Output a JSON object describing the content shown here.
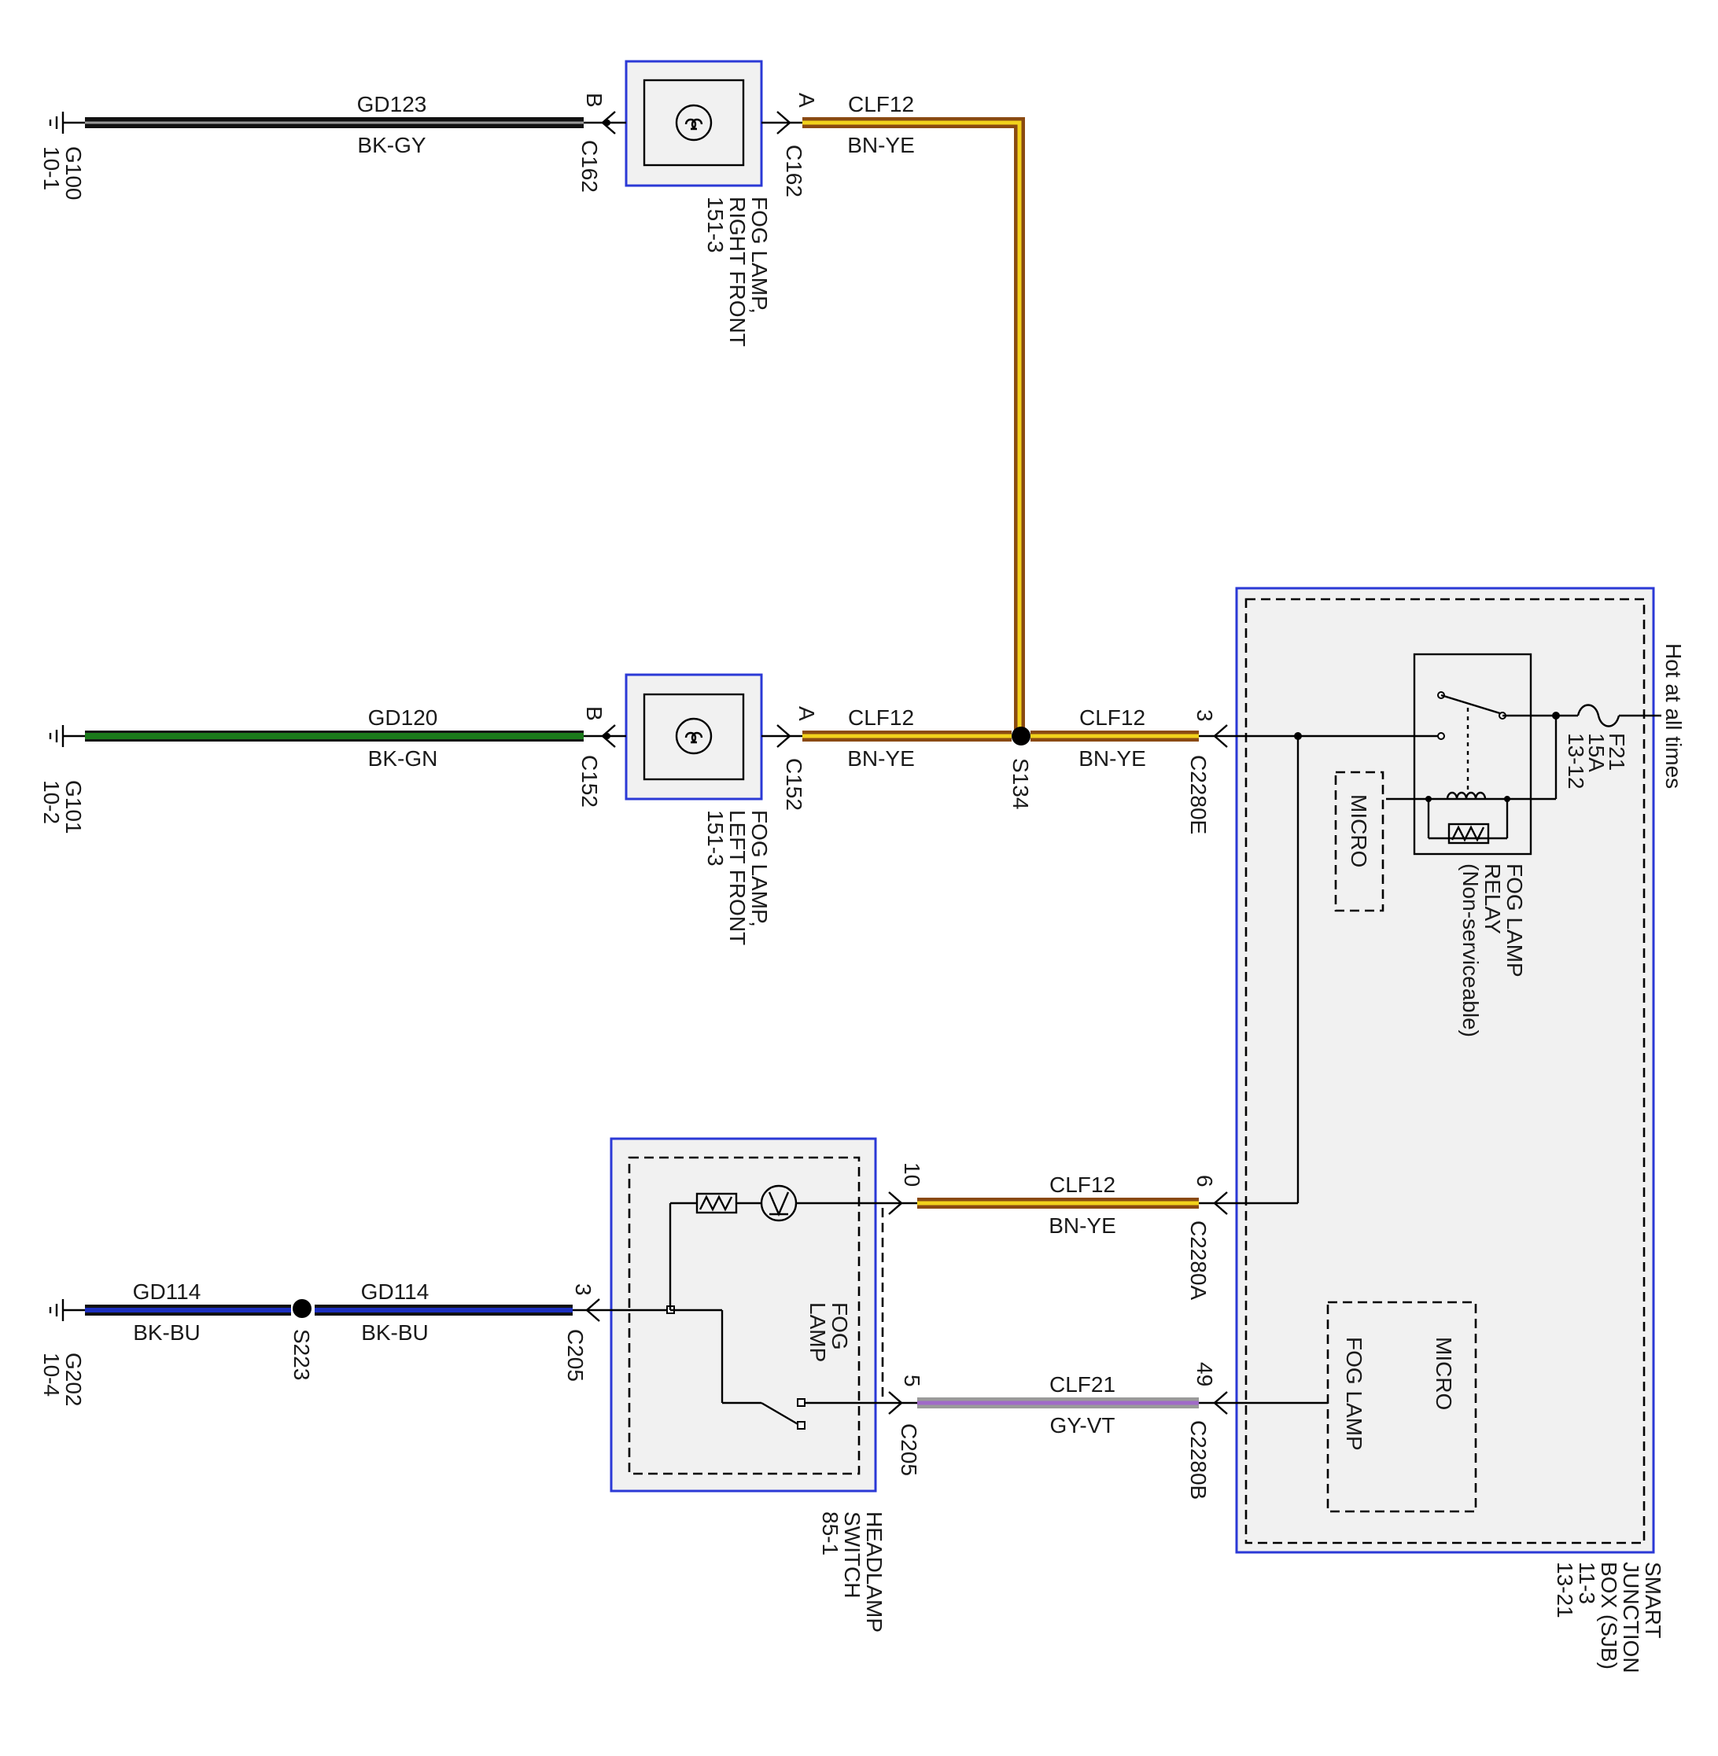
{
  "circuits": {
    "gd123": "GD123",
    "gd120": "GD120",
    "gd114": "GD114",
    "clf12": "CLF12",
    "clf21": "CLF21"
  },
  "wire_colors": {
    "bk_gy": "BK-GY",
    "bk_gn": "BK-GN",
    "bk_bu": "BK-BU",
    "bn_ye": "BN-YE",
    "gy_vt": "GY-VT"
  },
  "colors": {
    "bk": "#111111",
    "gy": "#9a9a9a",
    "gn": "#1b7a1b",
    "bu": "#1c2fbf",
    "bn": "#8a4a12",
    "ye": "#f2d21c",
    "vt": "#a06ac8",
    "module_border": "#2b39d6",
    "module_fill": "#f1f1f1"
  },
  "grounds": {
    "g100": "G100",
    "g100_ref": "10-1",
    "g101": "G101",
    "g101_ref": "10-2",
    "g202": "G202",
    "g202_ref": "10-4"
  },
  "splices": {
    "s134": "S134",
    "s223": "S223"
  },
  "connectors": {
    "c162": "C162",
    "c152": "C152",
    "c205": "C205",
    "c2280e": "C2280E",
    "c2280a": "C2280A",
    "c2280b": "C2280B"
  },
  "pins": {
    "a": "A",
    "b": "B",
    "p3": "3",
    "p5": "5",
    "p6": "6",
    "p10": "10",
    "p49": "49"
  },
  "components": {
    "fog_rf_1": "FOG LAMP,",
    "fog_rf_2": "RIGHT FRONT",
    "fog_rf_3": "151-3",
    "fog_lf_1": "FOG LAMP,",
    "fog_lf_2": "LEFT FRONT",
    "fog_lf_3": "151-3",
    "hs_1": "HEADLAMP",
    "hs_2": "SWITCH",
    "hs_3": "85-1",
    "hs_fog_1": "FOG",
    "hs_fog_2": "LAMP",
    "sjb_1": "SMART",
    "sjb_2": "JUNCTION",
    "sjb_3": "BOX (SJB)",
    "sjb_4": "11-3",
    "sjb_5": "13-21",
    "relay_1": "FOG LAMP",
    "relay_2": "RELAY",
    "relay_3": "(Non-serviceable)",
    "micro": "MICRO",
    "micro2": "MICRO",
    "fog_lamp_input": "FOG LAMP",
    "fuse_1": "F21",
    "fuse_2": "15A",
    "fuse_3": "13-12",
    "hot": "Hot at all times"
  }
}
